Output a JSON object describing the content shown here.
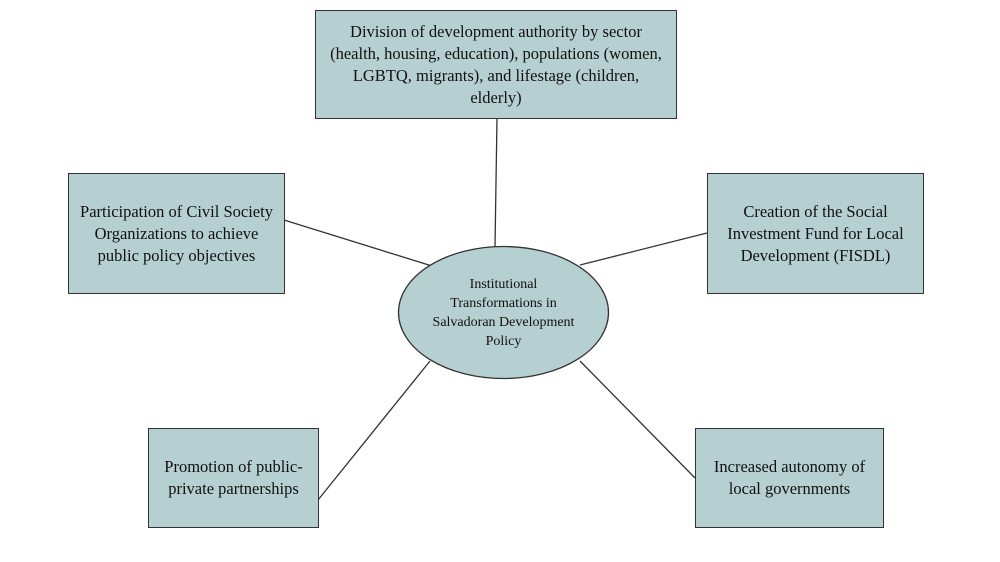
{
  "colors": {
    "node_fill": "#b6cfd0",
    "stroke": "#333333"
  },
  "center": {
    "label": "Institutional Transformations in Salvadoran Development Policy"
  },
  "nodes": {
    "top": "Division of development authority by sector (health, housing, education), populations (women, LGBTQ, migrants), and lifestage (children, elderly)",
    "left": "Participation of Civil Society Organizations to achieve public policy objectives",
    "right": "Creation of the Social Investment Fund for Local Development (FISDL)",
    "bottom_left": "Promotion of public-private partnerships",
    "bottom_right": "Increased autonomy of local governments"
  }
}
